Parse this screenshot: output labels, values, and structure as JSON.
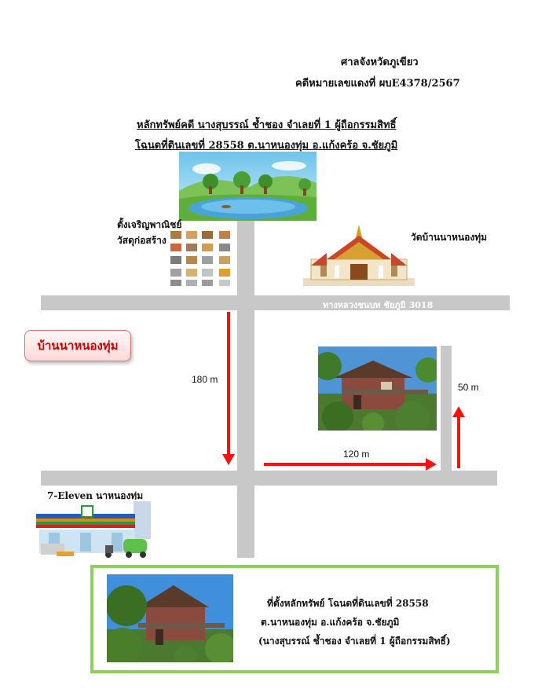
{
  "header": {
    "court": "ศาลจังหวัดภูเขียว",
    "case_no": "คดีหมายเลขแดงที่ ผบE4378/2567"
  },
  "title": {
    "line1": "หลักทรัพย์คดี นางสุบรรณ์ ช้ำชอง จำเลยที่ 1 ผู้ถือกรรมสิทธิ์",
    "line2": "โฉนดที่ดินเลขที่  28558 ต.นาหนองทุ่ม  อ.แก้งคร้อ  จ.ชัยภูมิ"
  },
  "landmarks": {
    "shop_line1": "ตั้งเจริญพาณิชย์",
    "shop_line2": "วัสดุก่อสร้าง",
    "temple": "วัดบ้านนาหนองทุ่ม",
    "highway": "ทางหลวงชนบท ชัยภูมิ 3018",
    "village": "บ้านนาหนองทุ่ม",
    "seven_eleven": "7-Eleven นาหนองทุ่ม"
  },
  "distances": {
    "d1": "180 m",
    "d2": "120 m",
    "d3": "50 m"
  },
  "property": {
    "line1": "ที่ตั้งหลักทรัพย์ โฉนดที่ดินเลขที่ 28558",
    "line2": "ต.นาหนองทุ่ม  อ.แก้งคร้อ จ.ชัยภูมิ",
    "line3": "(นางสุบรรณ์ ช้ำชอง จำเลยที่ 1 ผู้ถือกรรมสิทธิ์)"
  },
  "icons": [
    "pond-illustration",
    "construction-materials-grid",
    "temple-illustration",
    "house-photo",
    "seven-eleven-store-illustration"
  ],
  "colors": {
    "road": "#c8c8c8",
    "arrow": "#ff1010",
    "frame": "#8dd05a",
    "village_text": "#d10000"
  }
}
